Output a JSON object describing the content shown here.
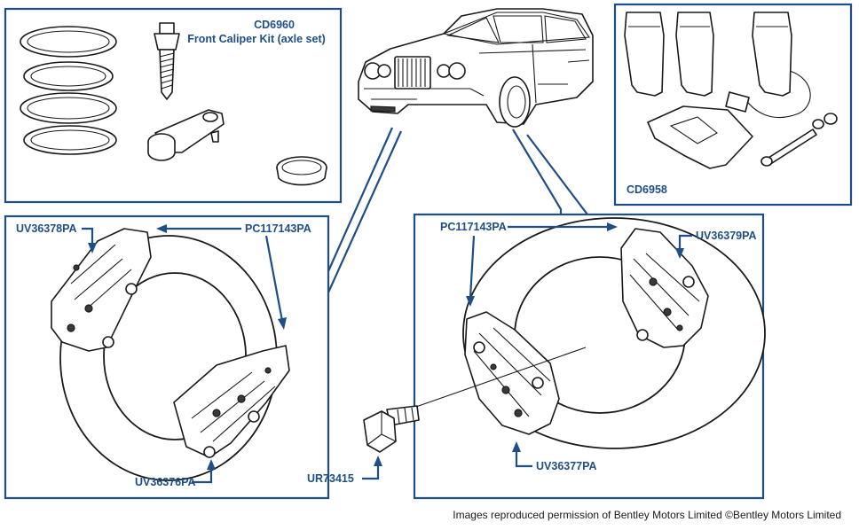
{
  "kit_top_left": {
    "code": "CD6960",
    "name": "Front Caliper Kit (axle set)"
  },
  "kit_top_right": {
    "code": "CD6958"
  },
  "left_assembly": {
    "caliper_upper": "UV36378PA",
    "pad_part": "PC117143PA",
    "caliper_lower": "UV36376PA"
  },
  "right_assembly": {
    "pad_part": "PC117143PA",
    "caliper_upper": "UV36379PA",
    "caliper_lower": "UV36377PA"
  },
  "bolt": "UR73415",
  "credit": "Images reproduced permission of Bentley Motors Limited ©Bentley Motors Limited"
}
